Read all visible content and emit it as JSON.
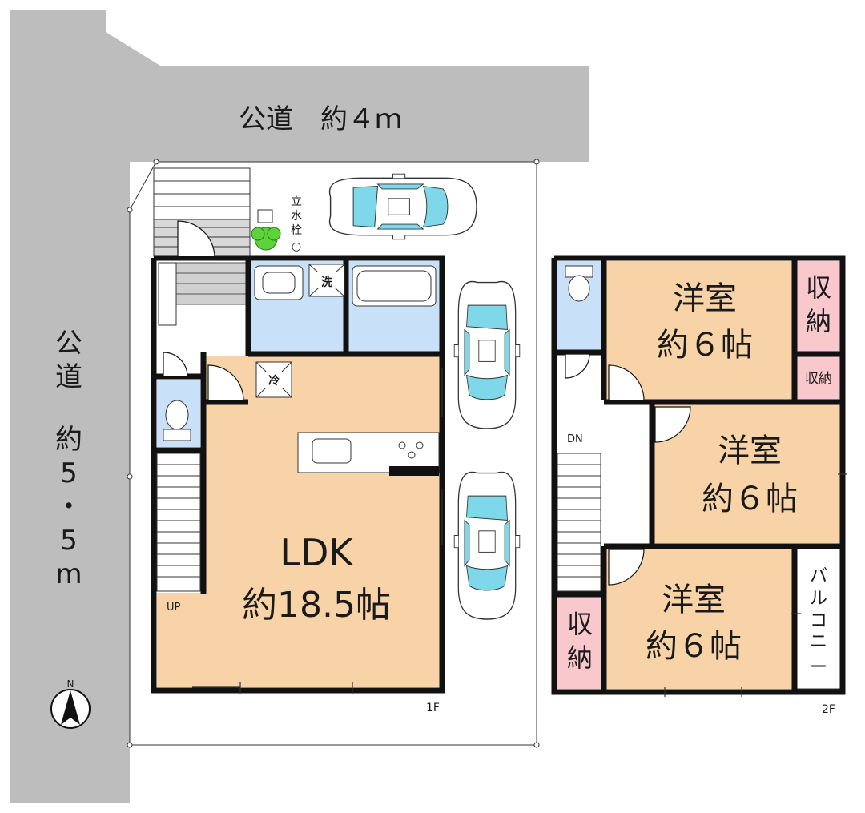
{
  "roads": {
    "north": "公道　約４ｍ",
    "west": [
      "公",
      "道",
      "約",
      "5",
      "・",
      "5",
      "m"
    ]
  },
  "compass": {
    "label": "N"
  },
  "floor1": {
    "ldk": {
      "name": "LDK",
      "size": "約18.5帖"
    },
    "washer": "洗",
    "fridge": "冷",
    "up": "UP",
    "floor_label": "1F",
    "faucet": [
      "立",
      "水",
      "栓",
      "○"
    ]
  },
  "floor2": {
    "bedroom1": {
      "name": "洋室",
      "size": "約６帖"
    },
    "bedroom2": {
      "name": "洋室",
      "size": "約６帖"
    },
    "bedroom3": {
      "name": "洋室",
      "size": "約６帖"
    },
    "storage1": [
      "収",
      "納"
    ],
    "storage2": "収納",
    "storage3": [
      "収",
      "納"
    ],
    "balcony": [
      "バ",
      "ル",
      "コ",
      "ニ",
      "ー"
    ],
    "down": "DN",
    "floor_label": "2F"
  },
  "colors": {
    "road": "#bdbdbd",
    "room": "#f9d3a8",
    "wet_area": "#c8e0f8",
    "storage": "#f8c8cc",
    "car_accent": "#7fd8ea",
    "tree": "#5cd33a"
  }
}
